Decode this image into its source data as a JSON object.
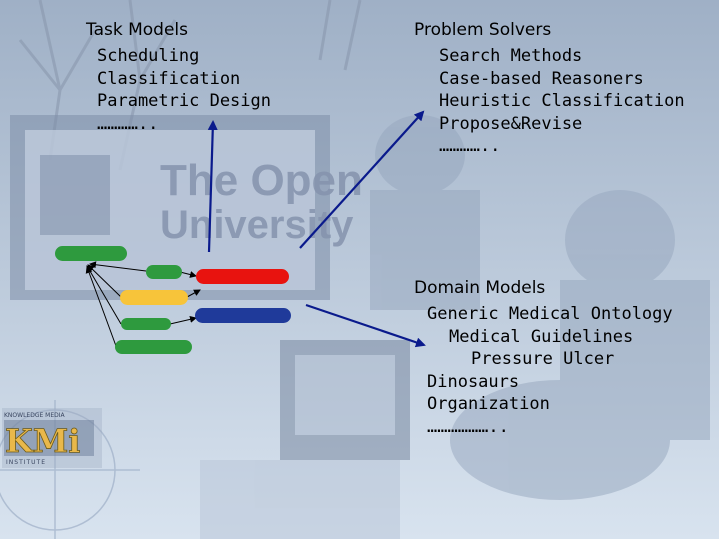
{
  "task_models": {
    "heading": "Task Models",
    "items": [
      "Scheduling",
      "Classification",
      "Parametric Design",
      "………….."
    ]
  },
  "problem_solvers": {
    "heading": "Problem Solvers",
    "items": [
      "Search Methods",
      "Case-based Reasoners",
      "Heuristic Classification",
      "Propose&Revise",
      "………….."
    ]
  },
  "domain_models": {
    "heading": "Domain Models",
    "items": [
      "Generic Medical Ontology",
      "Medical Guidelines",
      "Pressure Ulcer",
      "Dinosaurs",
      "Organization",
      "……………….."
    ]
  },
  "background": {
    "sign_text_1": "The Open",
    "sign_text_2": "University"
  },
  "logo": {
    "text": "KMi",
    "top_text": "KNOWLEDGE MEDIA",
    "bottom_text": "INSTITUTE"
  },
  "colors": {
    "arrow": "#0a1a8c",
    "green": "#2e9a3e",
    "red": "#e8130f",
    "yellow": "#f7c43a",
    "blue": "#1f3a9a"
  }
}
